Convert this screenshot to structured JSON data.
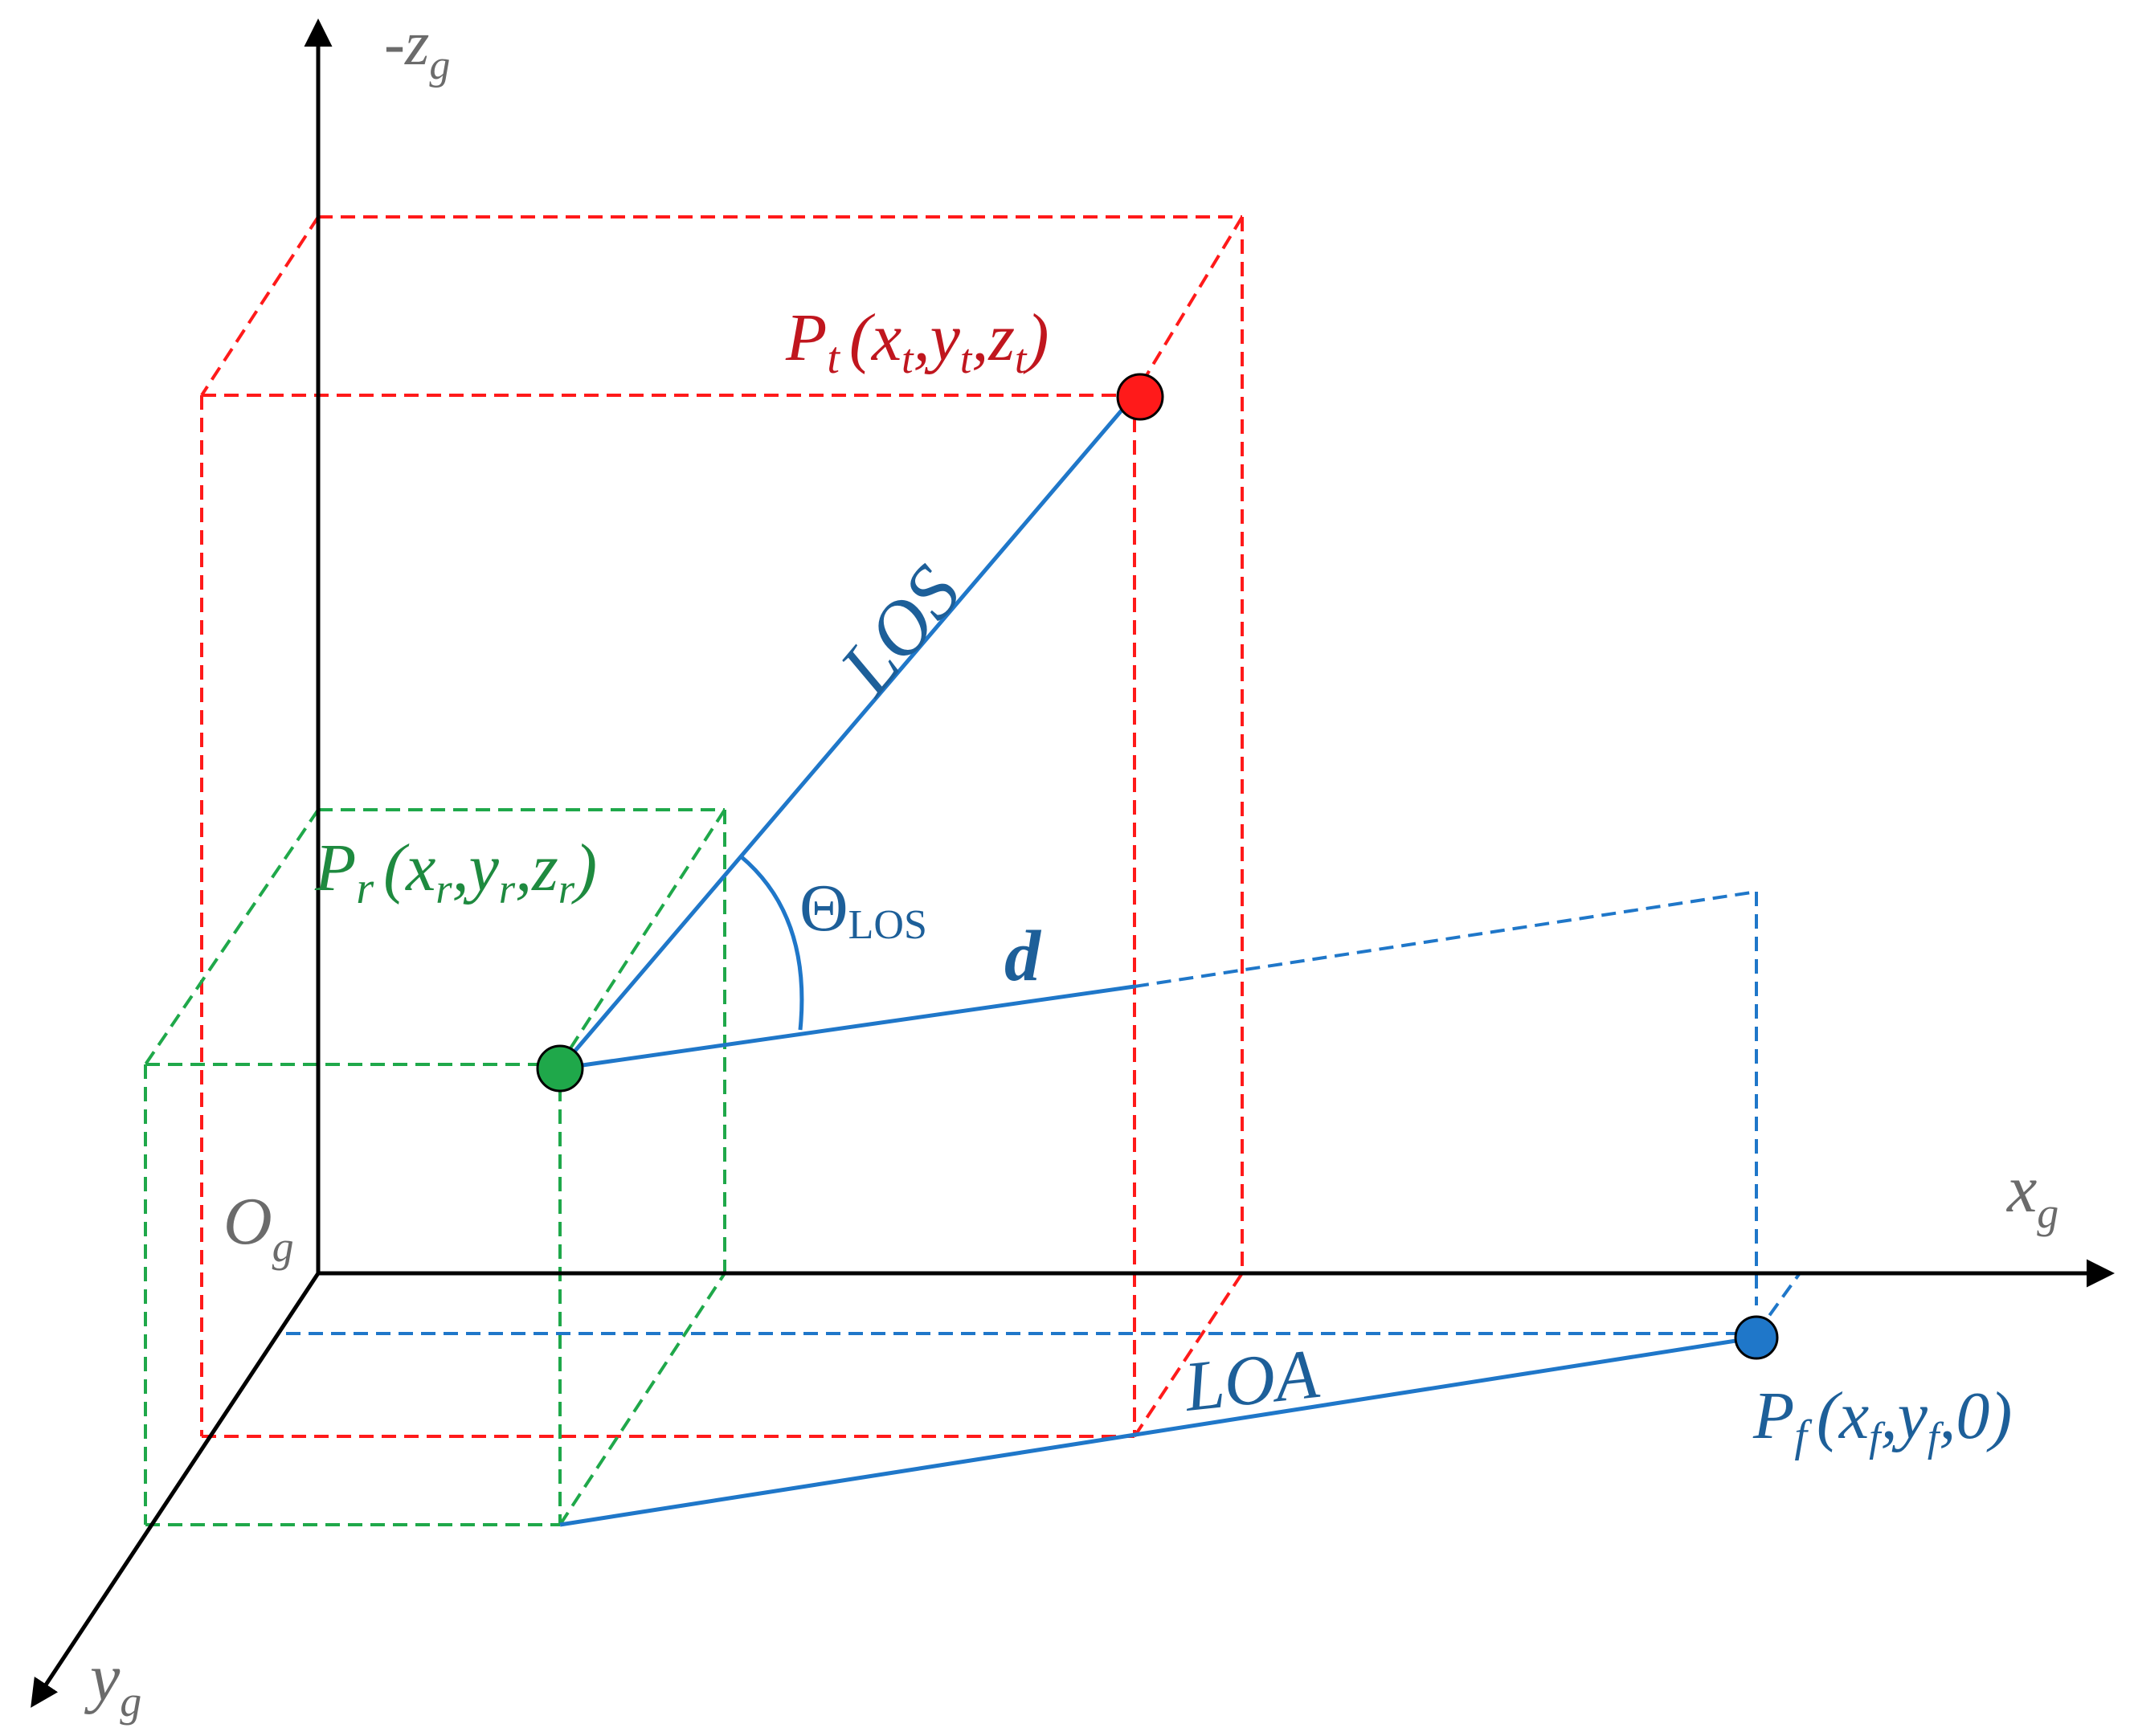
{
  "colors": {
    "axis": "#000000",
    "target": "#ff1a1a",
    "target_text": "#c0161e",
    "receiver": "#1fa84a",
    "receiver_text": "#1e8a3f",
    "line": "#1f77c9",
    "line_text": "#1d5f99",
    "origin_text": "#6b6b6b"
  },
  "axes": {
    "z_label": "-z",
    "z_sub": "g",
    "x_label": "x",
    "x_sub": "g",
    "y_label": "y",
    "y_sub": "g",
    "origin_label": "O",
    "origin_sub": "g"
  },
  "points": {
    "target": {
      "name": "P",
      "sub": "t",
      "coords_open": "(x",
      "c1": "t",
      "mid1": ",y",
      "c2": "t",
      "mid2": ",z",
      "c3": "t",
      "coords_close": ")"
    },
    "receiver": {
      "name": "P",
      "sub": "r",
      "coords_open": "(x",
      "c1": "r",
      "mid1": ",y",
      "c2": "r",
      "mid2": ",z",
      "c3": "r",
      "coords_close": ")"
    },
    "foot": {
      "name": "P",
      "sub": "f",
      "coords_open": "(x",
      "c1": "f",
      "mid1": ",y",
      "c2": "f",
      "mid2": ",0",
      "coords_close": ")"
    }
  },
  "labels": {
    "los": "LOS",
    "loa": "LOA",
    "distance": "d",
    "angle_symbol": "Θ",
    "angle_sub": "LOS"
  }
}
